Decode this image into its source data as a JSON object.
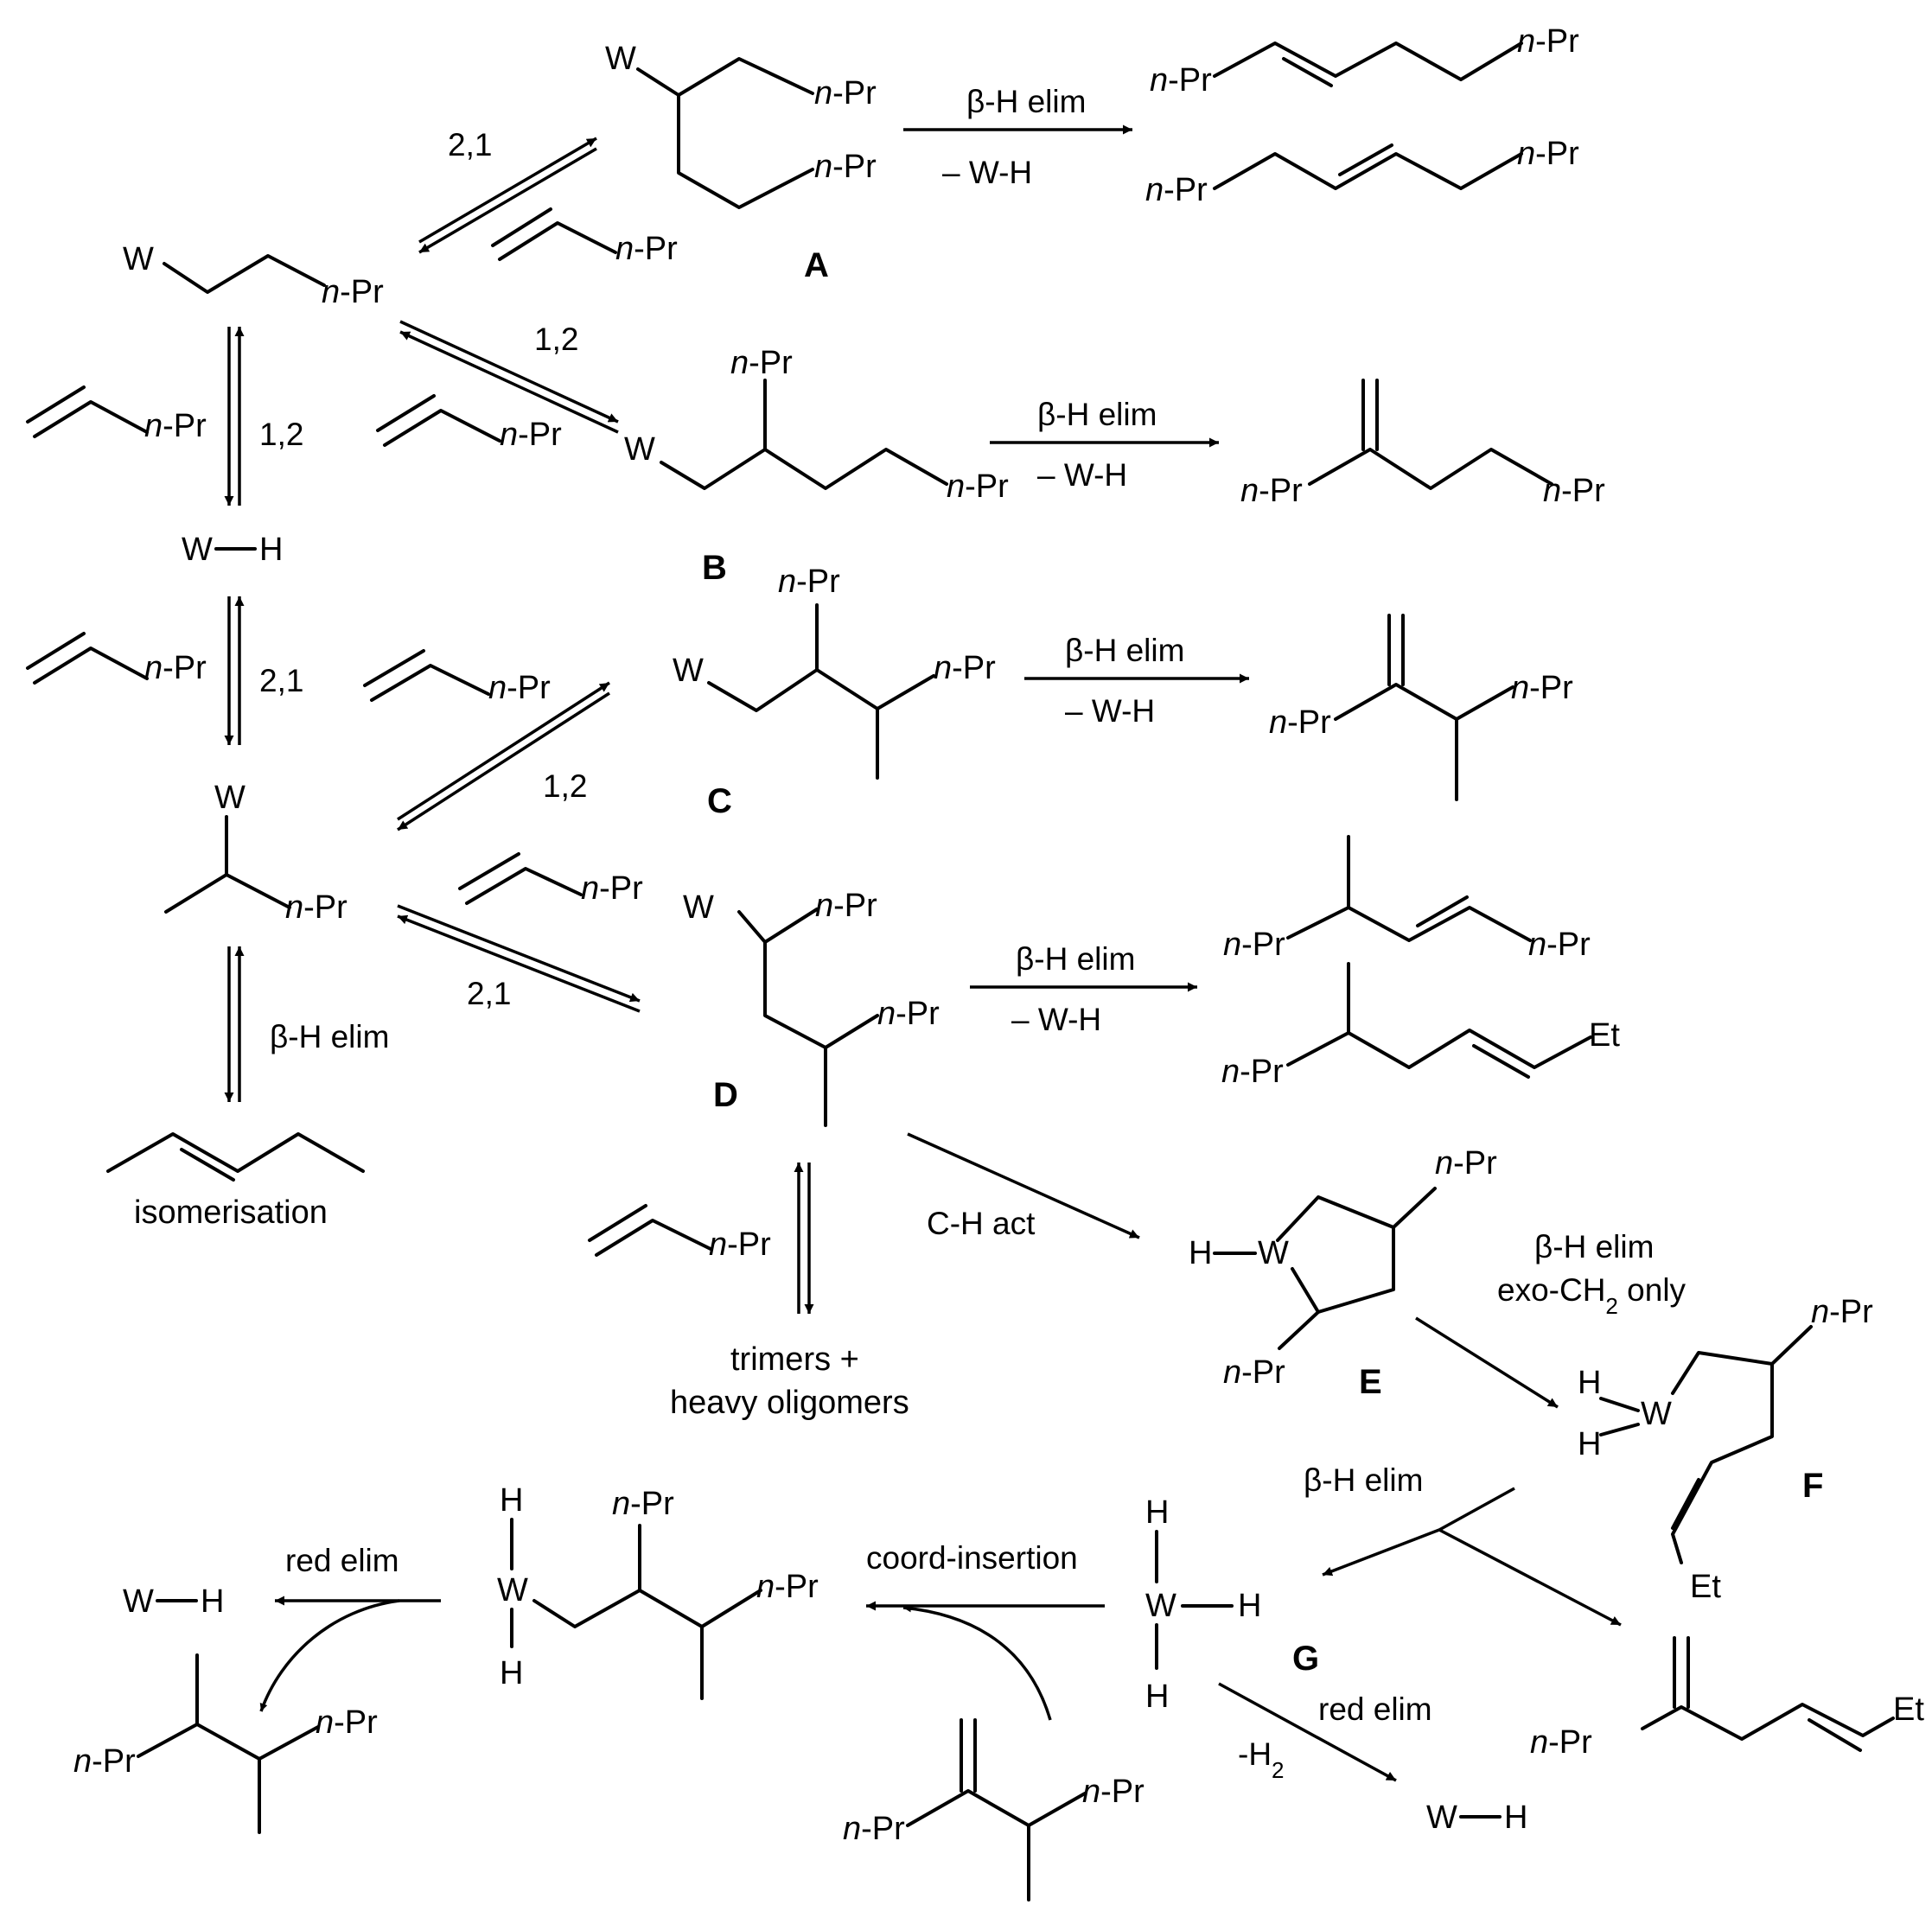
{
  "scheme": {
    "arrow_labels": {
      "regio_21_a": "2,1",
      "regio_12_b": "1,2",
      "regio_12_vert": "1,2",
      "regio_21_vert": "2,1",
      "regio_12_c": "1,2",
      "regio_21_d": "2,1",
      "beta_h_elim_iso": "β-H elim",
      "beta_h_elim": "β-H elim",
      "minus_wh": "– W-H",
      "ch_act": "C-H act",
      "beta_h_elim_e1": "β-H elim",
      "beta_h_elim_e2": "exo-CH",
      "beta_h_elim_e2_sub": "2",
      "beta_h_elim_e2_tail": " only",
      "coord_insertion": "coord-insertion",
      "red_elim": "red elim",
      "minus_h2_pre": "-H",
      "minus_h2_sub": "2"
    },
    "compound_labels": [
      "A",
      "B",
      "C",
      "D",
      "E",
      "F",
      "G"
    ],
    "atoms": {
      "W": "W",
      "H": "H",
      "Et": "Et",
      "npr_prefix": "n",
      "npr_suffix": "-Pr"
    },
    "notes": {
      "isomerisation": "isomerisation",
      "trimers": "trimers +",
      "heavy": "heavy oligomers"
    }
  }
}
